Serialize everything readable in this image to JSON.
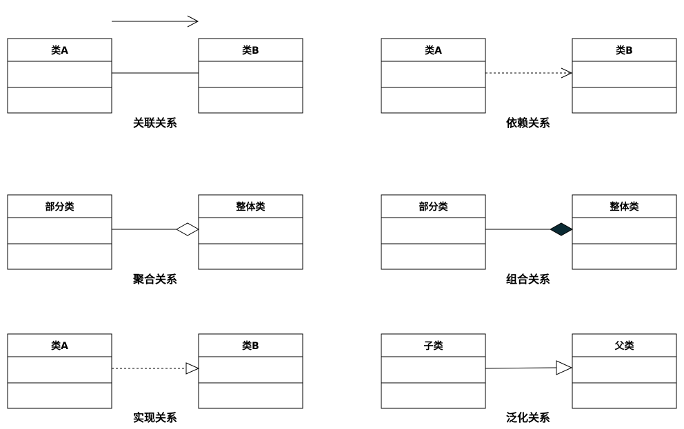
{
  "colors": {
    "line": "#000000",
    "background": "#ffffff",
    "filled_diamond": "#0a2a33"
  },
  "diagram": {
    "association": {
      "left_class": "类A",
      "right_class": "类B",
      "caption": "关联关系"
    },
    "dependency": {
      "left_class": "类A",
      "right_class": "类B",
      "caption": "依赖关系"
    },
    "aggregation": {
      "left_class": "部分类",
      "right_class": "整体类",
      "caption": "聚合关系"
    },
    "composition": {
      "left_class": "部分类",
      "right_class": "整体类",
      "caption": "组合关系"
    },
    "realization": {
      "left_class": "类A",
      "right_class": "类B",
      "caption": "实现关系"
    },
    "generalization": {
      "left_class": "子类",
      "right_class": "父类",
      "caption": "泛化关系"
    }
  }
}
